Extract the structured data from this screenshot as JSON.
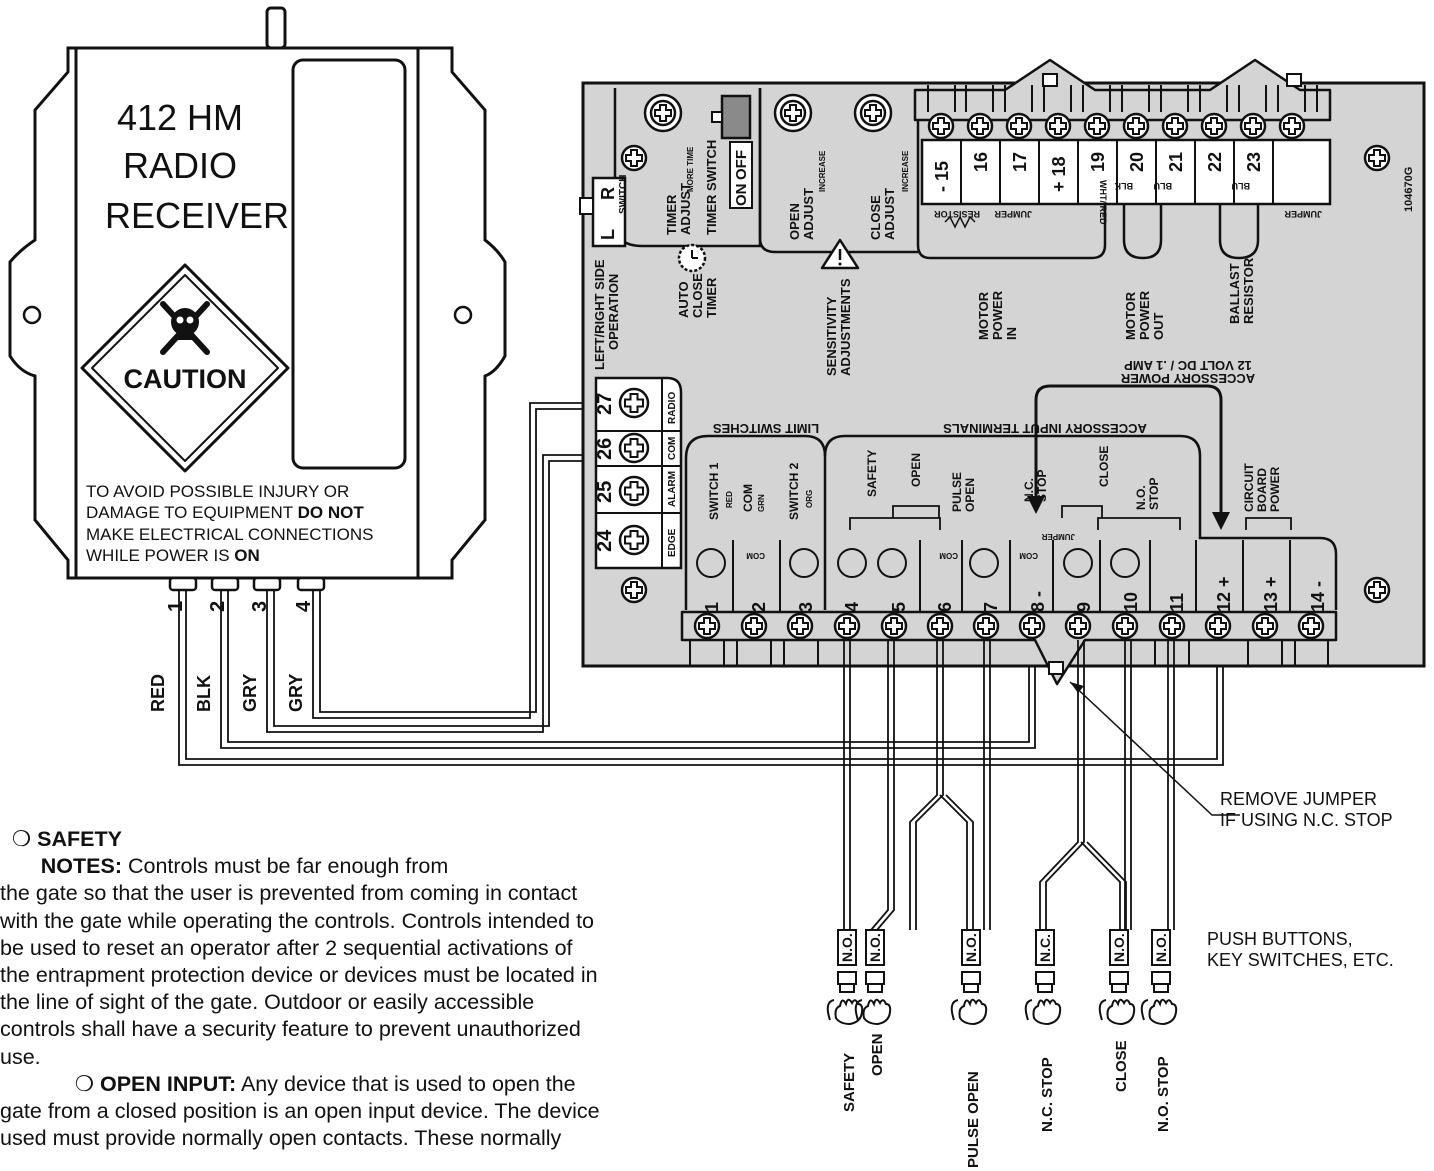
{
  "receiver": {
    "title_lines": [
      "412 HM",
      "RADIO",
      "RECEIVER"
    ],
    "caution_label": "CAUTION",
    "warning": {
      "line1": "TO AVOID POSSIBLE INJURY OR",
      "line2_pre": "DAMAGE TO EQUIPMENT ",
      "line2_bold": "DO NOT",
      "line3": "MAKE ELECTRICAL CONNECTIONS",
      "line4_pre": "WHILE POWER IS ",
      "line4_bold": "ON"
    },
    "terminal_numbers": [
      "1",
      "2",
      "3",
      "4"
    ],
    "wire_colors": [
      "RED",
      "BLK",
      "GRY",
      "GRY"
    ]
  },
  "board": {
    "part_number": "104670G",
    "switch": {
      "left": "L",
      "right": "R",
      "label": "SWITCH",
      "caption_line1": "LEFT/RIGHT SIDE",
      "caption_line2": "OPERATION"
    },
    "timer_adjust": [
      "TIMER",
      "ADJUST"
    ],
    "more_time": "MORE TIME",
    "timer_switch": "TIMER SWITCH",
    "off": "OFF",
    "on": "ON",
    "open_adjust": [
      "OPEN",
      "ADJUST"
    ],
    "close_adjust": [
      "CLOSE",
      "ADJUST"
    ],
    "increase": "INCREASE",
    "auto_close_timer": [
      "AUTO",
      "CLOSE",
      "TIMER"
    ],
    "sensitivity": [
      "SENSITIVITY",
      "ADJUSTMENTS"
    ],
    "top_terminals": [
      "- 15",
      "16",
      "17",
      "+ 18",
      "19",
      "20",
      "21",
      "22",
      "23"
    ],
    "wht_red": "WHT/ RED",
    "blk": "BLK",
    "blu": "BLU",
    "resistor": "RESISTOR",
    "jumper": "JUMPER",
    "motor_power_in": [
      "MOTOR",
      "POWER",
      "IN"
    ],
    "motor_power_out": [
      "MOTOR",
      "POWER",
      "OUT"
    ],
    "ballast_resistor": [
      "BALLAST",
      "RESISTOR"
    ],
    "accessory_power": [
      "ACCESSORY POWER",
      "12 VOLT DC / .1 AMP"
    ],
    "limit_switches": "LIMIT SWITCHES",
    "accessory_input": "ACCESSORY INPUT TERMINALS",
    "left_terminals": [
      {
        "num": "27",
        "label": "RADIO"
      },
      {
        "num": "26",
        "label": "COM"
      },
      {
        "num": "25",
        "label": "ALARM"
      },
      {
        "num": "24",
        "label": "EDGE"
      }
    ],
    "switch1": [
      "SWITCH 1",
      "RED"
    ],
    "com_grn": [
      "COM",
      "GRN"
    ],
    "switch2": [
      "SWITCH 2",
      "ORG"
    ],
    "safety": "SAFETY",
    "open": "OPEN",
    "pulse_open": [
      "PULSE",
      "OPEN"
    ],
    "com": "COM",
    "nc_stop": [
      "N.C.",
      "STOP"
    ],
    "close": "CLOSE",
    "no_stop": [
      "N.O.",
      "STOP"
    ],
    "circuit_board_power": [
      "CIRCUIT",
      "BOARD",
      "POWER"
    ],
    "bottom_terminals": [
      "1",
      "2",
      "3",
      "4",
      "5",
      "6",
      "7",
      "8 -",
      "9",
      "10",
      "11",
      "12 +",
      "13 +",
      "14 -"
    ]
  },
  "callouts": {
    "remove_jumper": [
      "REMOVE JUMPER",
      "IF USING N.C. STOP"
    ],
    "push_buttons": [
      "PUSH BUTTONS,",
      "KEY SWITCHES, ETC."
    ]
  },
  "buttons": [
    {
      "contact": "N.O.",
      "label": "SAFETY"
    },
    {
      "contact": "N.O.",
      "label": "OPEN"
    },
    {
      "contact": "N.O.",
      "label": "PULSE OPEN"
    },
    {
      "contact": "N.C.",
      "label": "N.C. STOP"
    },
    {
      "contact": "N.O.",
      "label": "CLOSE"
    },
    {
      "contact": "N.O.",
      "label": "N.O. STOP"
    }
  ],
  "notes": {
    "bullet": "❍",
    "safety_heading": "SAFETY NOTES:",
    "safety_first": "Controls must be far enough from",
    "safety_lines": [
      "the gate so that the user is prevented from coming in contact",
      "with the gate while operating the controls. Controls intended to",
      "be used to reset an operator after 2 sequential activations of",
      "the entrapment protection device or devices must be located in",
      "the line of sight of the gate. Outdoor or easily accessible",
      "controls shall have a security feature to prevent unauthorized",
      "use."
    ],
    "open_heading": "OPEN INPUT:",
    "open_first": "Any device that is used to open the",
    "open_lines": [
      "gate from a closed position is an open input device. The device",
      "used must provide normally open contacts. These normally"
    ]
  }
}
